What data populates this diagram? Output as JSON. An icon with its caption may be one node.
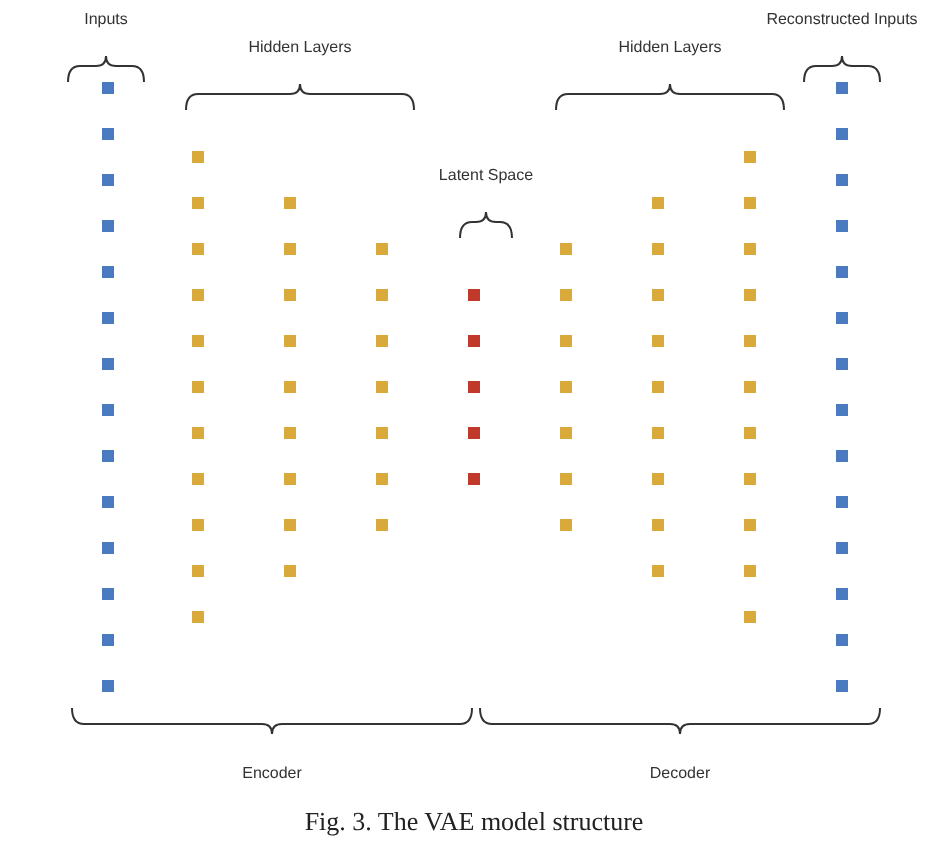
{
  "diagram": {
    "caption": "Fig. 3. The VAE model structure",
    "labels": [
      "Inputs",
      "Hidden Layers",
      "Latent Space",
      "Hidden Layers",
      "Reconstructed Inputs",
      "Encoder",
      "Decoder"
    ]
  }
}
